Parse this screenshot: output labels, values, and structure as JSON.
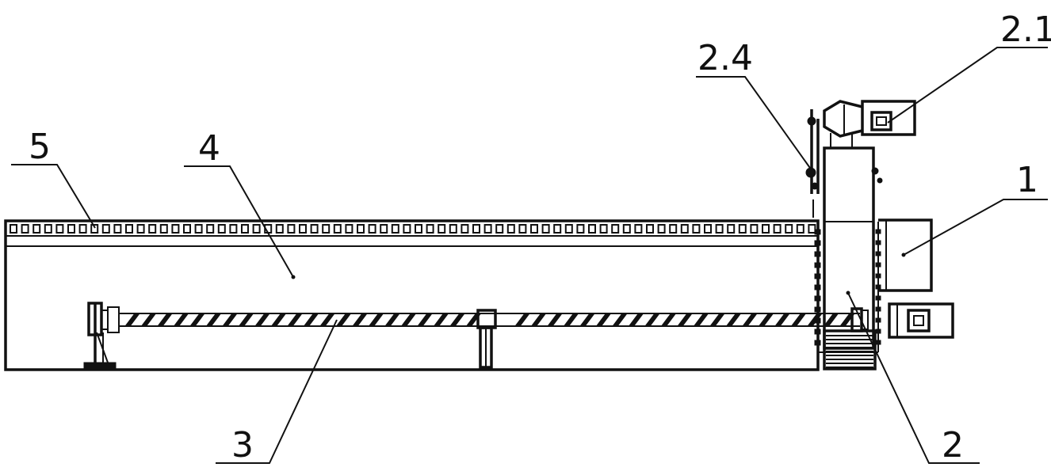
{
  "labels": {
    "motor_top": "2.1",
    "drive_wheel": "2.4",
    "hopper": "1",
    "tank_top": "5",
    "tank_body": "4",
    "screw_conveyor": "3",
    "separator_unit": "2"
  },
  "colors": {
    "ink": "#111111",
    "paper": "#ffffff"
  }
}
